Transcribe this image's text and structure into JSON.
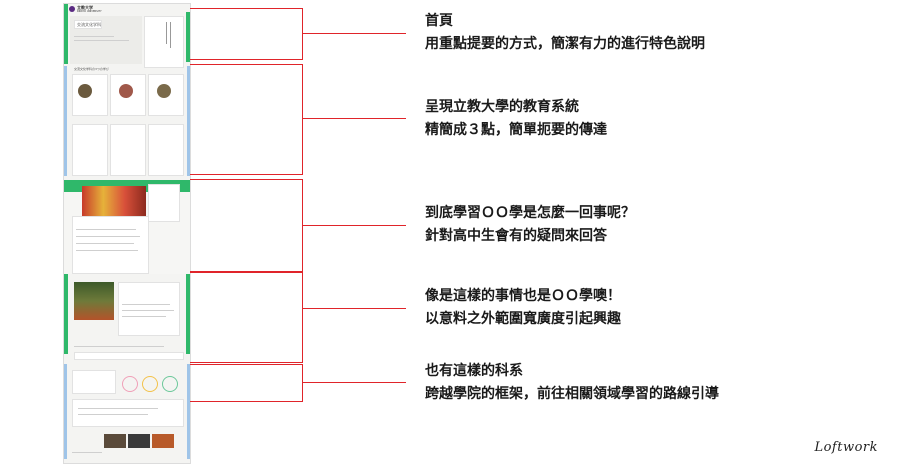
{
  "thumbnail": {
    "site_logo": "立教大学",
    "site_logo_sub": "RIKKYO UNIVERSITY",
    "hero_title": "交流文化学科",
    "section_heading": "交流文化学科の3つの学び"
  },
  "annotations": [
    {
      "line1": "首頁",
      "line2": "用重點提要的方式，簡潔有力的進行特色說明"
    },
    {
      "line1": "呈現立教大學的教育系統",
      "line2": "精簡成３點，簡單扼要的傳達"
    },
    {
      "line1": "到底學習ＯＯ學是怎麼一回事呢？",
      "line2": "針對高中生會有的疑問來回答"
    },
    {
      "line1": "像是這樣的事情也是ＯＯ學噢！",
      "line2": "以意料之外範圍寬廣度引起興趣"
    },
    {
      "line1": "也有這樣的科系",
      "line2": "跨越學院的框架，前往相關領域學習的路線引導"
    }
  ],
  "brand": "Loftwork",
  "colors": {
    "bracket": "#e0242a",
    "accent_green": "#2fb86a",
    "accent_blue": "#9fc4e8"
  }
}
